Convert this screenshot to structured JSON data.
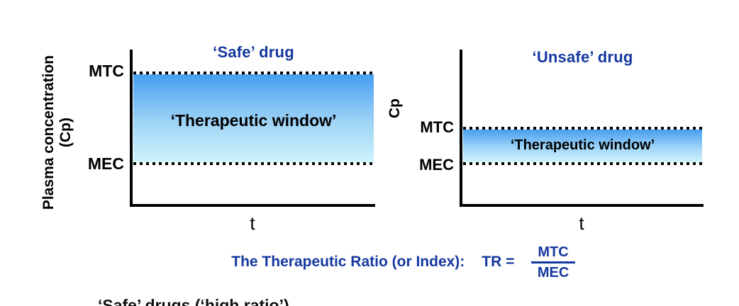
{
  "colors": {
    "title_blue": "#16389E",
    "band_top": "#459EF2",
    "band_bottom": "#CFF4FB",
    "axis_black": "#000000"
  },
  "charts": {
    "left": {
      "title": "‘Safe’ drug",
      "y_axis_label": "Plasma concentration",
      "y_axis_sublabel": "(Cp)",
      "upper_limit_label": "MTC",
      "lower_limit_label": "MEC",
      "window_label": "‘Therapeutic window’",
      "x_axis_label": "t",
      "window_span": "wide"
    },
    "right": {
      "title": "‘Unsafe’ drug",
      "y_axis_label": "Cp",
      "upper_limit_label": "MTC",
      "lower_limit_label": "MEC",
      "window_label": "‘Therapeutic window’",
      "x_axis_label": "t",
      "window_span": "narrow"
    }
  },
  "formula": {
    "label": "The Therapeutic Ratio (or Index):",
    "lhs": "TR =",
    "numerator": "MTC",
    "denominator": "MEC"
  },
  "footer": {
    "clipped_line": "‘Safe’ drugs (‘high ratio’)"
  }
}
